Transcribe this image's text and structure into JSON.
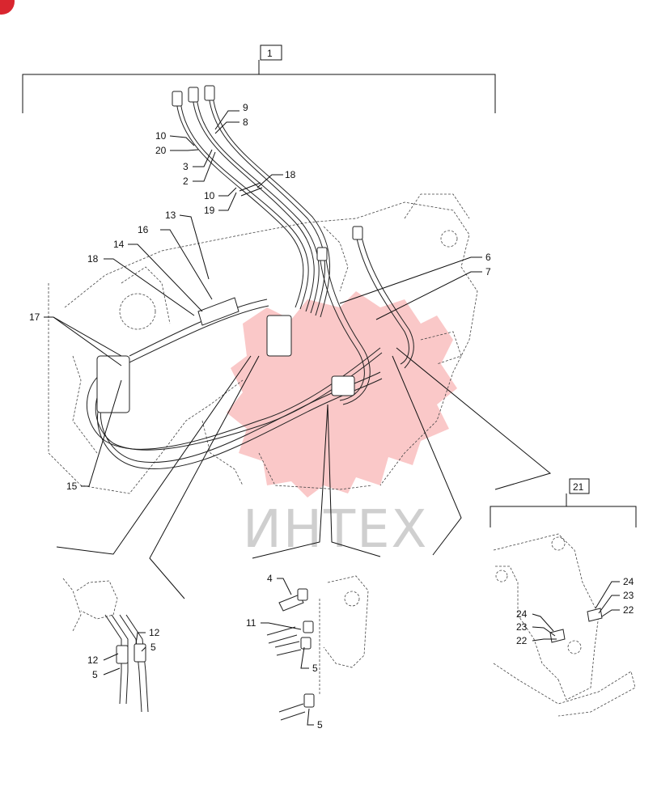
{
  "corner_badge": {
    "color": "#d9262f",
    "icon": "corner-badge-icon"
  },
  "watermark": {
    "text": "ИНТЕХ",
    "logo_color": "#ee3a3a"
  },
  "group_boxes": [
    {
      "text": "1"
    },
    {
      "text": "21"
    }
  ],
  "callouts": [
    {
      "text": "9"
    },
    {
      "text": "8"
    },
    {
      "text": "10"
    },
    {
      "text": "20"
    },
    {
      "text": "3"
    },
    {
      "text": "2"
    },
    {
      "text": "18"
    },
    {
      "text": "10"
    },
    {
      "text": "19"
    },
    {
      "text": "13"
    },
    {
      "text": "16"
    },
    {
      "text": "14"
    },
    {
      "text": "18"
    },
    {
      "text": "6"
    },
    {
      "text": "7"
    },
    {
      "text": "17"
    },
    {
      "text": "15"
    },
    {
      "text": "12"
    },
    {
      "text": "12"
    },
    {
      "text": "5"
    },
    {
      "text": "5"
    },
    {
      "text": "4"
    },
    {
      "text": "11"
    },
    {
      "text": "5"
    },
    {
      "text": "5"
    },
    {
      "text": "24"
    },
    {
      "text": "23"
    },
    {
      "text": "22"
    },
    {
      "text": "24"
    },
    {
      "text": "23"
    },
    {
      "text": "22"
    }
  ]
}
